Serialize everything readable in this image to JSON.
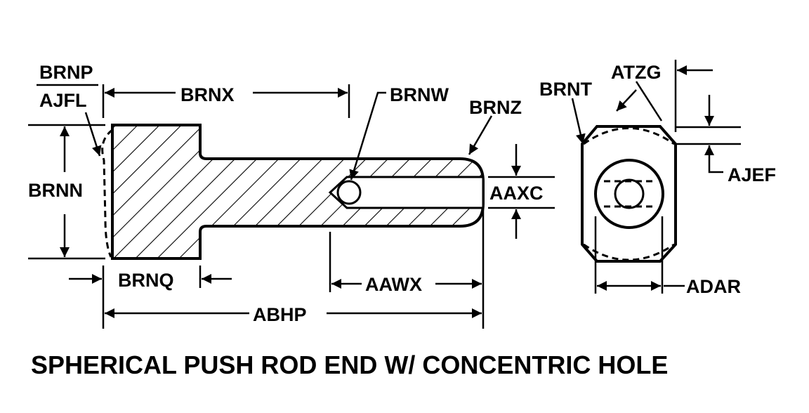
{
  "labels": {
    "brnp": "BRNP",
    "ajfl": "AJFL",
    "brnx": "BRNX",
    "brnw": "BRNW",
    "brnz": "BRNZ",
    "brnt": "BRNT",
    "atzg": "ATZG",
    "ajef": "AJEF",
    "brnn": "BRNN",
    "aaxc": "AAXC",
    "brnq": "BRNQ",
    "aawx": "AAWX",
    "abhp": "ABHP",
    "adar": "ADAR"
  },
  "title": "SPHERICAL PUSH ROD END W/ CONCENTRIC HOLE"
}
